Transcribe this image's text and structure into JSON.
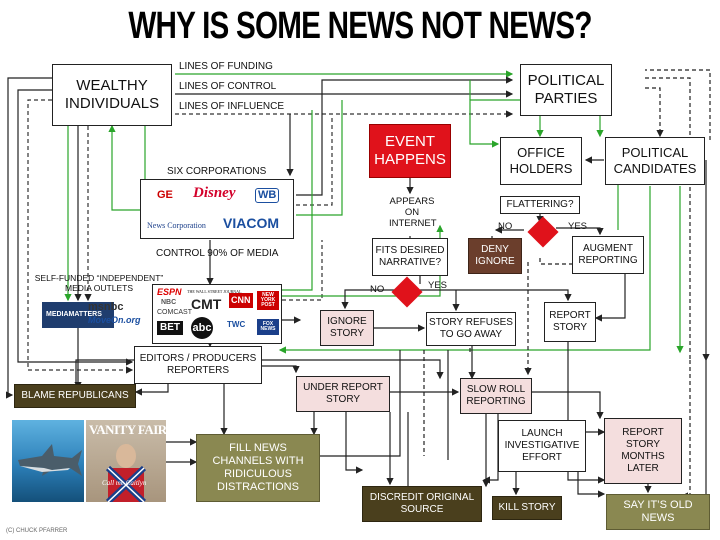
{
  "title": "WHY IS SOME NEWS NOT NEWS?",
  "legend": {
    "funding": "LINES OF FUNDING",
    "control": "LINES OF CONTROL",
    "influence": "LINES OF INFLUENCE"
  },
  "colors": {
    "funding": "#2aa52a",
    "control": "#222222",
    "influence": "#333333",
    "event": "#e0121b",
    "diamond": "#e0121b",
    "pink_box": "#f4dede",
    "olive_box": "#8a8851",
    "dark_box": "#4a3f1d",
    "deny_box": "#6b3e2c"
  },
  "nodes": {
    "wealthy": "WEALTHY INDIVIDUALS",
    "political_parties": "POLITICAL PARTIES",
    "office_holders": "OFFICE HOLDERS",
    "political_candidates": "POLITICAL CANDIDATES",
    "event": "EVENT HAPPENS",
    "six_corporations": "SIX CORPORATIONS",
    "control_90": "CONTROL 90% OF MEDIA",
    "appears_internet": "APPEARS ON INTERNET",
    "fits_narrative": "FITS DESIRED NARRATIVE?",
    "deny_ignore": "DENY IGNORE",
    "flattering": "FLATTERING?",
    "augment_reporting": "AUGMENT REPORTING",
    "self_funded": "SELF-FUNDED “INDEPENDENT” MEDIA OUTLETS",
    "ignore_story": "IGNORE STORY",
    "story_refuses": "STORY REFUSES TO GO AWAY",
    "report_story": "REPORT STORY",
    "editors": "EDITORS / PRODUCERS REPORTERS",
    "blame_republicans": "BLAME REPUBLICANS",
    "under_report": "UNDER REPORT STORY",
    "slow_roll": "SLOW ROLL REPORTING",
    "fill_news": "FILL NEWS CHANNELS WITH RIDICULOUS DISTRACTIONS",
    "launch_investigative": "LAUNCH INVESTIGATIVE EFFORT",
    "report_months_later": "REPORT STORY MONTHS LATER",
    "discredit": "DISCREDIT ORIGINAL SOURCE",
    "kill_story": "KILL STORY",
    "say_old_news": "SAY IT’S OLD NEWS"
  },
  "decisions": {
    "narrative_no": "NO",
    "narrative_yes": "YES",
    "flattering_no": "NO",
    "flattering_yes": "YES"
  },
  "logos": {
    "disney": "Disney",
    "news_corp": "News Corporation",
    "viacom": "VIACOM",
    "wb": "WB",
    "ge": "GE",
    "espn": "ESPN",
    "wsj": "THE WALL STREET JOURNAL",
    "nbc": "NBC",
    "cmt": "CMT",
    "cnn": "CNN",
    "nypost": "NEW YORK POST",
    "comcast": "COMCAST",
    "bet": "BET",
    "abc": "abc",
    "twc": "TWC",
    "fox_news": "FOX NEWS",
    "media_matters": "MEDIAMATTERS",
    "msnbc": "msnbc",
    "moveon": "MoveOn.org"
  },
  "magazine": {
    "masthead": "VANITY FAIR",
    "cover_line": "Call me Caitlyn"
  },
  "credit": "(C) CHUCK PFARRER"
}
